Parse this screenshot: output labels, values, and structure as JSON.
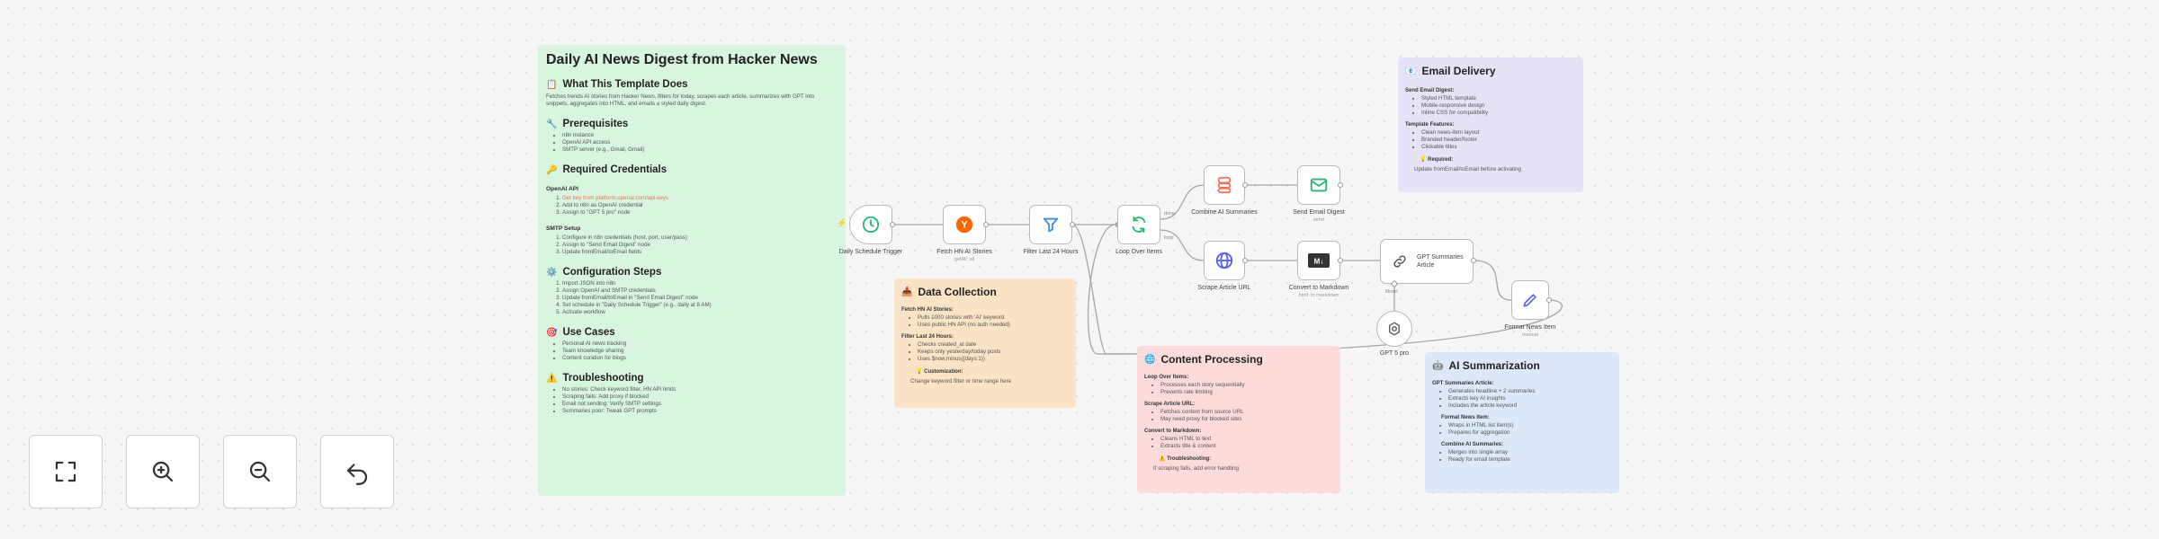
{
  "colors": {
    "green_note": "#d7f5df",
    "orange_note": "#fbe3c6",
    "red_note": "#fddbdb",
    "purple_note": "#e6e2f7",
    "blue_note": "#dde9fb",
    "node_border": "#b8b8bd"
  },
  "main_note": {
    "title": "Daily AI News Digest from Hacker News",
    "what": {
      "heading": "What This Template Does",
      "text": "Fetches trends AI stories from Hacker News, filters for today, scrapes each article, summarizes with GPT into snippets, aggregates into HTML, and emails a styled daily digest."
    },
    "prereq": {
      "heading": "Prerequisites",
      "items": [
        "n8n instance",
        "OpenAI API access",
        "SMTP server (e.g., Gmail, Gmail)"
      ]
    },
    "creds": {
      "heading": "Required Credentials",
      "openai_title": "OpenAI API",
      "openai_items": [
        "Get key from platform.openai.com/api-keys",
        "Add to n8n as OpenAI credential",
        "Assign to \"GPT 5 pro\" node"
      ],
      "smtp_title": "SMTP Setup",
      "smtp_items": [
        "Configure in n8n credentials (host, port, user/pass)",
        "Assign to \"Send Email Digest\" node",
        "Update fromEmail/toEmail fields"
      ]
    },
    "config": {
      "heading": "Configuration Steps",
      "items": [
        "Import JSON into n8n",
        "Assign OpenAI and SMTP credentials",
        "Update fromEmail/toEmail in \"Send Email Digest\" node",
        "Set schedule in \"Daily Schedule Trigger\" (e.g., daily at 8 AM)",
        "Activate workflow"
      ]
    },
    "usecases": {
      "heading": "Use Cases",
      "items": [
        "Personal AI news tracking",
        "Team knowledge sharing",
        "Content curation for blogs"
      ]
    },
    "trouble": {
      "heading": "Troubleshooting",
      "items": [
        "No stories: Check keyword filter, HN API limits",
        "Scraping fails: Add proxy if blocked",
        "Email not sending: Verify SMTP settings",
        "Summaries poor: Tweak GPT prompts"
      ]
    }
  },
  "data_note": {
    "title": "Data Collection",
    "s1_title": "Fetch HN AI Stories:",
    "s1_items": [
      "Pulls 1000 stories with 'AI' keyword",
      "Uses public HN API (no auth needed)"
    ],
    "s2_title": "Filter Last 24 Hours:",
    "s2_items": [
      "Checks created_at date",
      "Keeps only yesterday/today posts",
      "Uses $now.minus({days:1})"
    ],
    "custom_title": "Customization:",
    "custom_text": "Change keyword filter or time range here"
  },
  "content_note": {
    "title": "Content Processing",
    "s1_title": "Loop Over Items:",
    "s1_items": [
      "Processes each story sequentially",
      "Prevents rate limiting"
    ],
    "s2_title": "Scrape Article URL:",
    "s2_items": [
      "Fetches content from source URL",
      "May need proxy for blocked sites"
    ],
    "s3_title": "Convert to Markdown:",
    "s3_items": [
      "Cleans HTML to text",
      "Extracts title & content"
    ],
    "trouble_title": "Troubleshooting:",
    "trouble_text": "If scraping fails, add error handling"
  },
  "email_note": {
    "title": "Email Delivery",
    "s1_title": "Send Email Digest:",
    "s1_items": [
      "Styled HTML template",
      "Mobile-responsive design",
      "Inline CSS for compatibility"
    ],
    "s2_title": "Template Features:",
    "s2_items": [
      "Clean news-item layout",
      "Branded header/footer",
      "Clickable titles"
    ],
    "req_title": "Required:",
    "req_text": "Update fromEmail/toEmail before activating"
  },
  "ai_note": {
    "title": "AI Summarization",
    "s1_title": "GPT Summaries Article:",
    "s1_items": [
      "Generates headline + 2 summaries",
      "Extracts key AI insights",
      "Includes the article keyword"
    ],
    "s2_title": "Format News Item:",
    "s2_items": [
      "Wraps in HTML list item(s)",
      "Prepares for aggregation"
    ],
    "s3_title": "Combine AI Summaries:",
    "s3_items": [
      "Merges into single array",
      "Ready for email template"
    ]
  },
  "nodes": {
    "trigger": {
      "label": "Daily Schedule Trigger"
    },
    "fetch": {
      "label": "Fetch HN AI Stories",
      "sub": "getAll: all"
    },
    "filter": {
      "label": "Filter Last 24 Hours"
    },
    "loop": {
      "label": "Loop Over Items"
    },
    "combine": {
      "label": "Combine AI Summaries"
    },
    "send": {
      "label": "Send Email Digest",
      "sub": "send"
    },
    "scrape": {
      "label": "Scrape Article URL"
    },
    "markdown": {
      "label": "Convert to Markdown",
      "sub": "html: to markdown"
    },
    "gpt_summ": {
      "label": "GPT Summaries Article"
    },
    "model": {
      "label": "GPT 5 pro"
    },
    "format": {
      "label": "Format News Item",
      "sub": "manual"
    },
    "edge_done": "done",
    "edge_loop": "loop",
    "model_port": "Model"
  },
  "controls": [
    "fit-view",
    "zoom-in",
    "zoom-out",
    "reset"
  ]
}
